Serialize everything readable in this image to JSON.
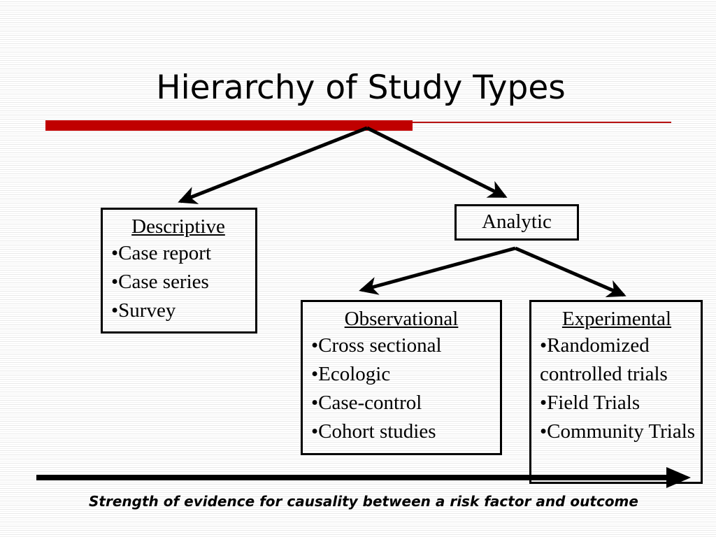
{
  "slide": {
    "title": "Hierarchy of Study Types",
    "accent_color": "#C00000",
    "background_color": "#FFFFFF",
    "text_color": "#000000"
  },
  "nodes": {
    "descriptive": {
      "heading": "Descriptive",
      "items": [
        "Case report",
        "Case series",
        "Survey"
      ]
    },
    "analytic": {
      "heading": "Analytic",
      "items": []
    },
    "observational": {
      "heading": "Observational",
      "items": [
        "Cross sectional",
        "Ecologic",
        "Case-control",
        "Cohort studies"
      ]
    },
    "experimental": {
      "heading": "Experimental",
      "items": [
        "Randomized controlled trials",
        "Field Trials",
        "Community Trials"
      ]
    }
  },
  "bullet_glyph": "•",
  "caption": "Strength of evidence for causality between a risk factor and outcome"
}
